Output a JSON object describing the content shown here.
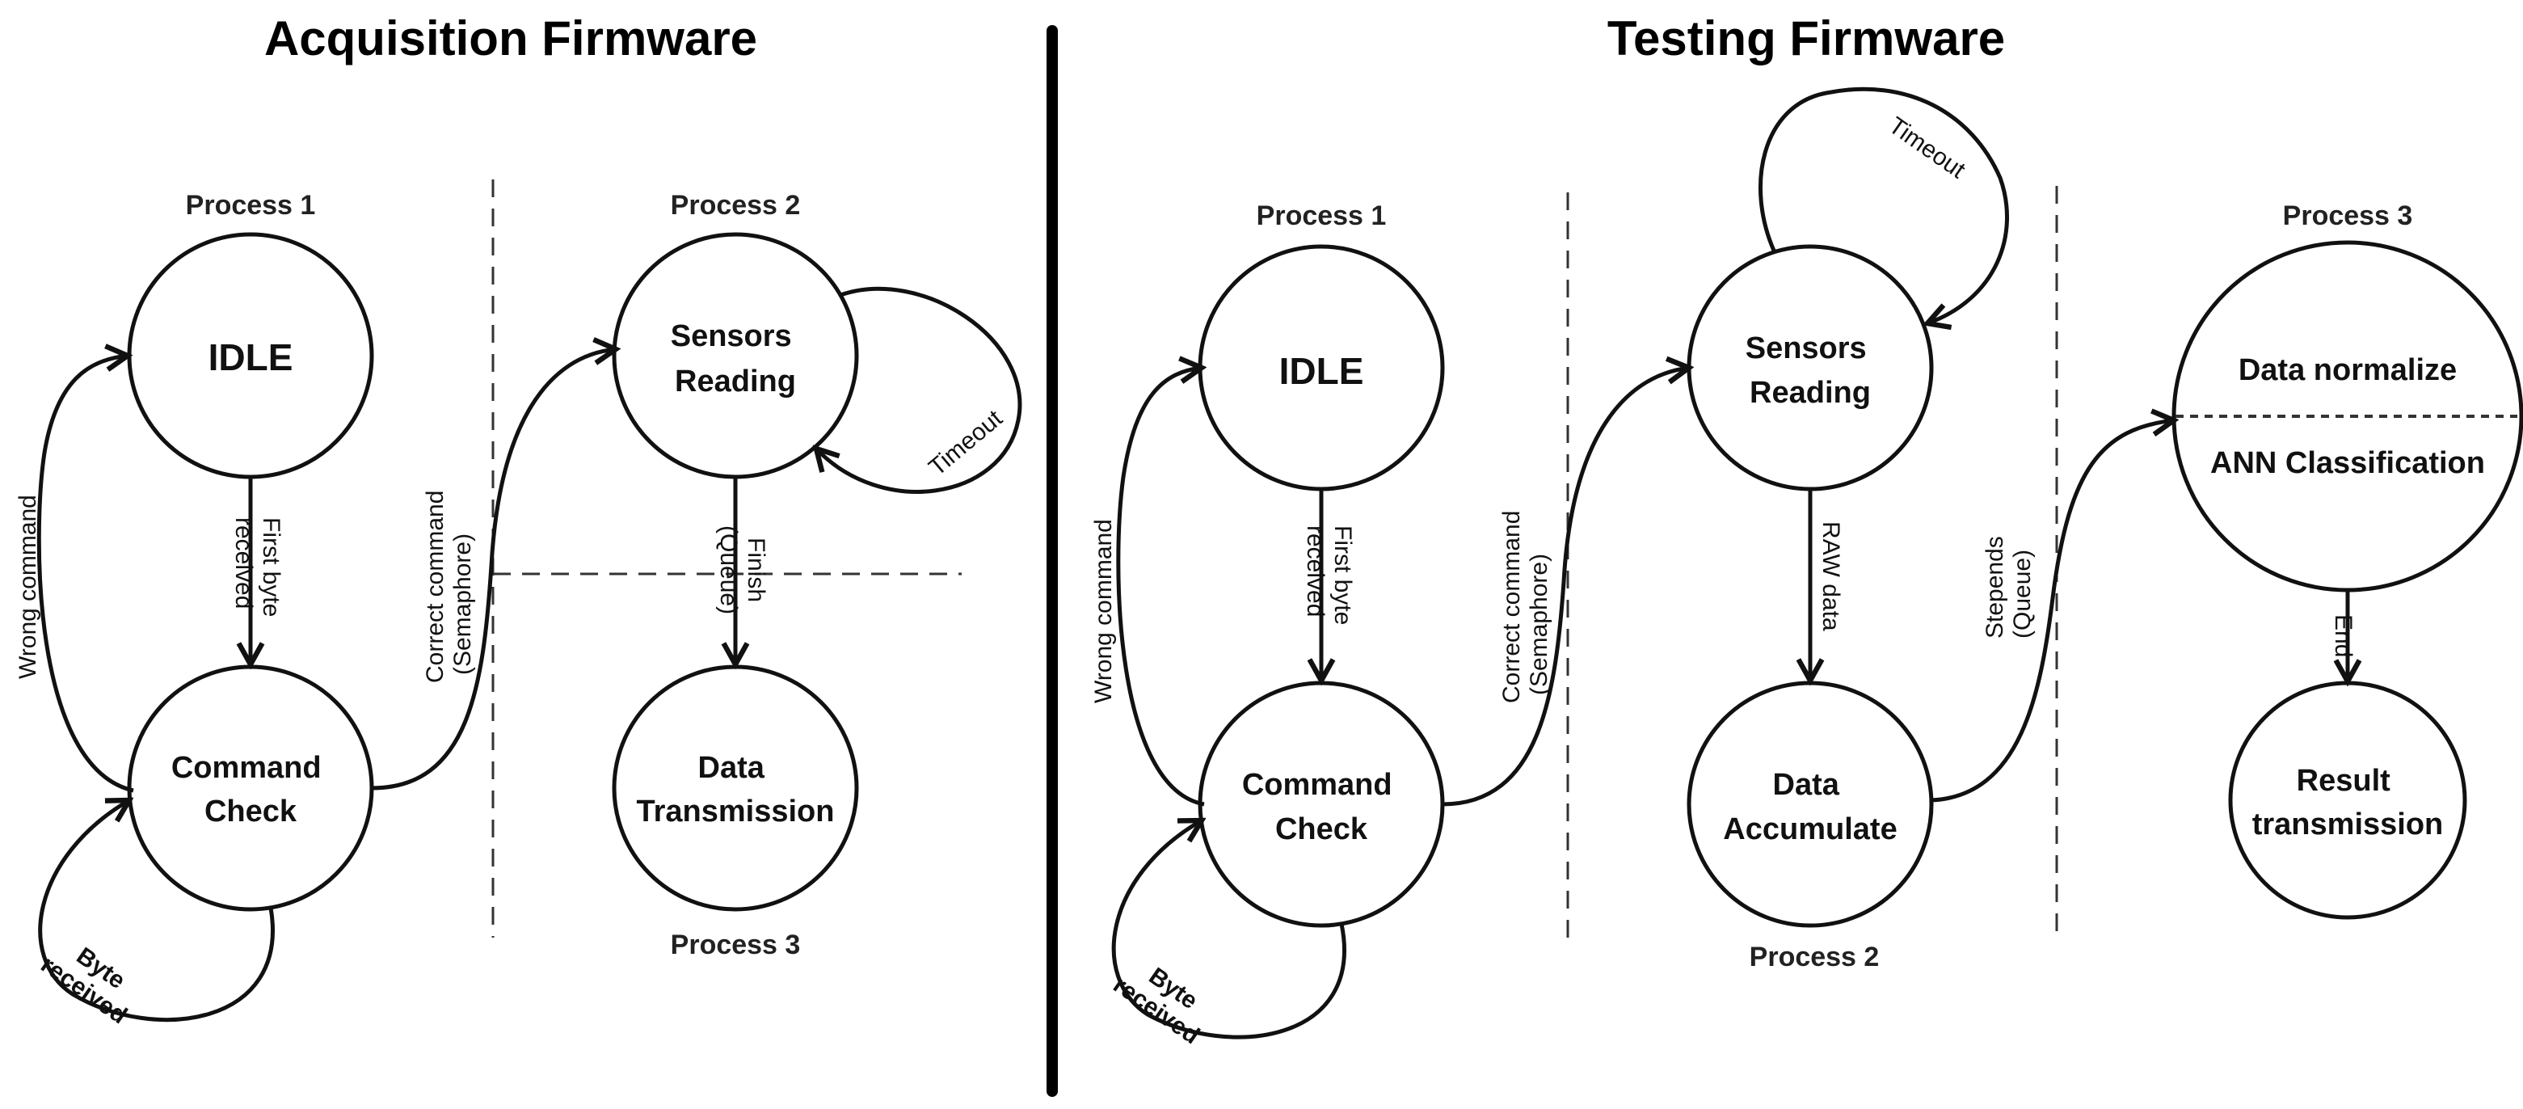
{
  "acquisition": {
    "title": "Acquisition Firmware",
    "process1": "Process 1",
    "process2": "Process 2",
    "process3": "Process 3",
    "idle": "IDLE",
    "command_check": [
      "Command",
      "Check"
    ],
    "sensors_reading": [
      "Sensors",
      "Reading"
    ],
    "data_transmission": [
      "Data",
      "Transmission"
    ],
    "wrong_command": "Wrong command",
    "first_byte_received": [
      "First byte",
      "received"
    ],
    "byte_received": [
      "Byte",
      "received"
    ],
    "correct_command": [
      "Correct command",
      "(Semaphore)"
    ],
    "timeout": "Timeout",
    "finish_queue": [
      "Finish",
      "(Queue)"
    ]
  },
  "testing": {
    "title": "Testing Firmware",
    "process1": "Process 1",
    "process2": "Process 2",
    "process3": "Process 3",
    "idle": "IDLE",
    "command_check": [
      "Command",
      "Check"
    ],
    "sensors_reading": [
      "Sensors",
      "Reading"
    ],
    "data_accumulate": [
      "Data",
      "Accumulate"
    ],
    "data_normalize": "Data normalize",
    "ann_classification": "ANN Classification",
    "result_transmission": [
      "Result",
      "transmission"
    ],
    "wrong_command": "Wrong command",
    "first_byte_received": [
      "First byte",
      "received"
    ],
    "byte_received": [
      "Byte",
      "received"
    ],
    "correct_command": [
      "Correct command",
      "(Semaphore)"
    ],
    "timeout": "Timeout",
    "raw_data": "RAW data",
    "stepends_queue": [
      "Stepends",
      "(Queue)"
    ],
    "end": "End"
  }
}
